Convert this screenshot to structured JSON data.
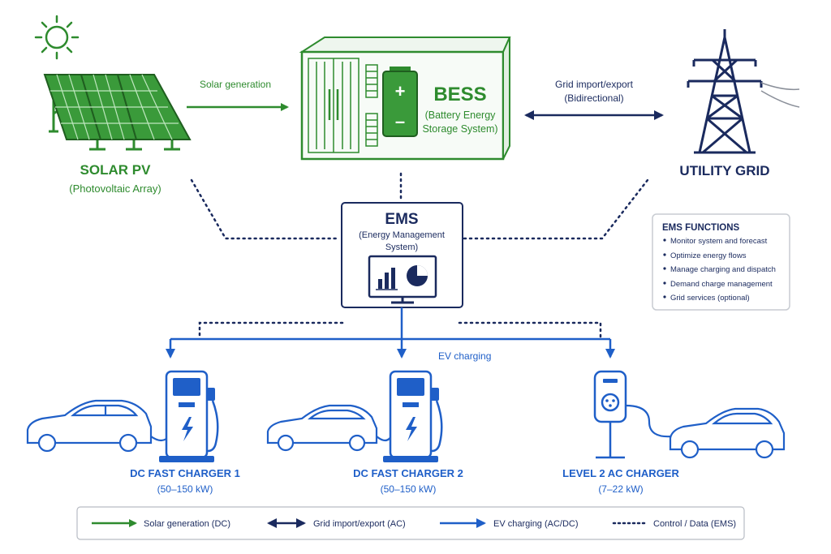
{
  "colors": {
    "solar": "#2e8b2e",
    "grid": "#1a2a5e",
    "ev": "#1f5fc8",
    "control": "#1a2a5e",
    "ems_text": "#1a2a5e"
  },
  "solar": {
    "title": "SOLAR PV",
    "subtitle": "(Photovoltaic Array)",
    "flow_label": "Solar generation"
  },
  "bess": {
    "title": "BESS",
    "subtitle_line1": "(Battery Energy",
    "subtitle_line2": "Storage System)",
    "plus": "+",
    "minus": "–"
  },
  "grid": {
    "title": "UTILITY GRID",
    "flow_label_line1": "Grid import/export",
    "flow_label_line2": "(Bidirectional)"
  },
  "ems": {
    "title": "EMS",
    "subtitle_line1": "(Energy Management",
    "subtitle_line2": "System)"
  },
  "ems_functions": {
    "title": "EMS FUNCTIONS",
    "items": [
      "Monitor system and forecast",
      "Optimize energy flows",
      "Manage charging and dispatch",
      "Demand charge management",
      "Grid services (optional)"
    ]
  },
  "ev_flow_label": "EV charging",
  "chargers": [
    {
      "title": "DC FAST CHARGER 1",
      "rating": "(50–150 kW)"
    },
    {
      "title": "DC FAST CHARGER 2",
      "rating": "(50–150 kW)"
    },
    {
      "title": "LEVEL 2 AC CHARGER",
      "rating": "(7–22 kW)"
    }
  ],
  "legend": [
    {
      "label": "Solar generation (DC)"
    },
    {
      "label": "Grid import/export (AC)"
    },
    {
      "label": "EV charging (AC/DC)"
    },
    {
      "label": "Control / Data (EMS)"
    }
  ]
}
